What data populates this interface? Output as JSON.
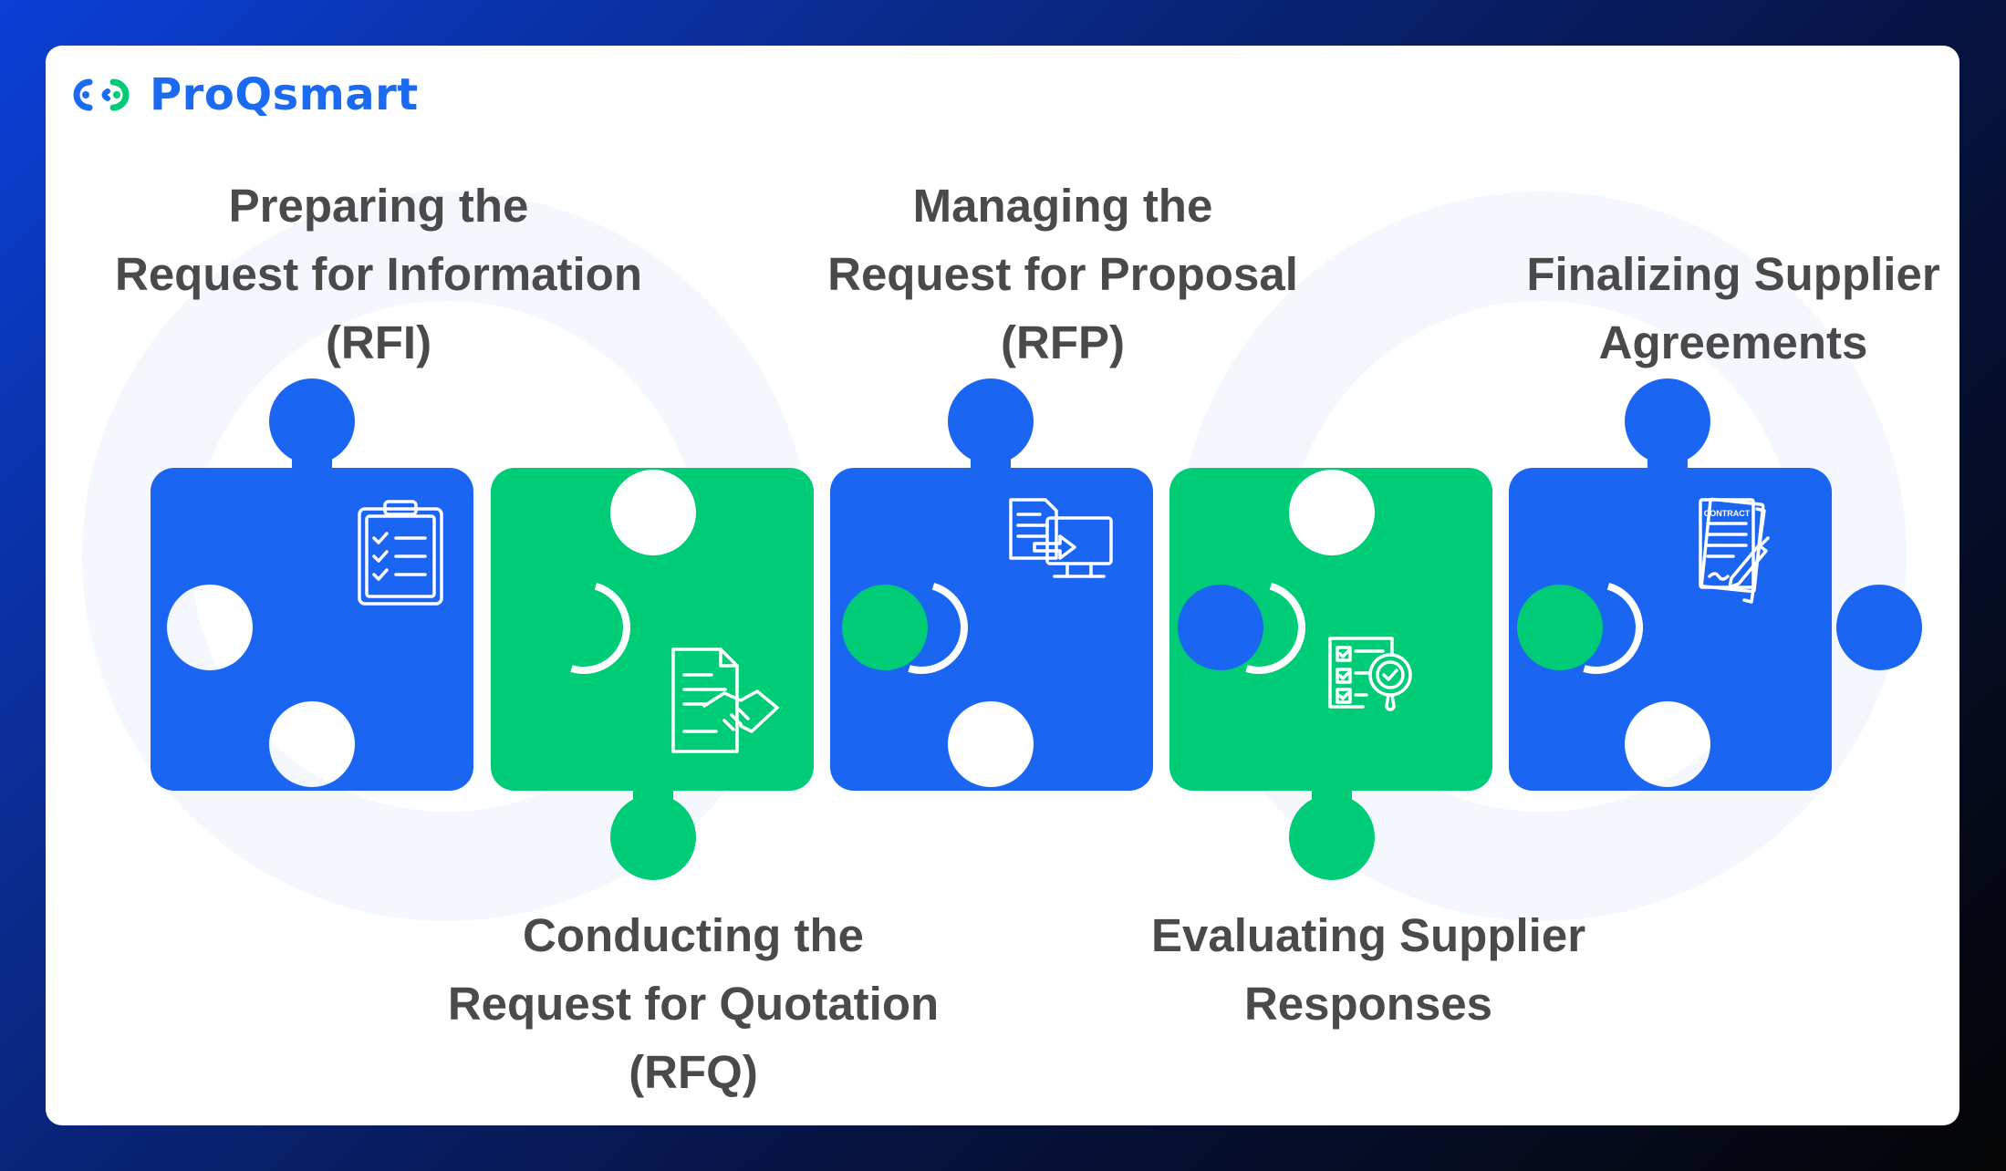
{
  "brand": {
    "name": "ProQsmart",
    "color": "#1a6bf2"
  },
  "colors": {
    "blue": "#1a66f2",
    "green": "#00cc77",
    "text": "#4a4a4a"
  },
  "steps": [
    {
      "lines": [
        "Preparing the",
        "Request for Information",
        "(RFI)"
      ],
      "icon": "clipboard-checklist-icon",
      "color": "blue"
    },
    {
      "lines": [
        "Conducting the",
        "Request for Quotation",
        "(RFQ)"
      ],
      "icon": "document-handshake-icon",
      "color": "green"
    },
    {
      "lines": [
        "Managing the",
        "Request for Proposal",
        "(RFP)"
      ],
      "icon": "document-to-monitor-icon",
      "color": "blue"
    },
    {
      "lines": [
        "Evaluating Supplier",
        "Responses"
      ],
      "icon": "checklist-magnifier-icon",
      "color": "green"
    },
    {
      "lines": [
        "Finalizing Supplier",
        "Agreements"
      ],
      "icon": "contract-pen-icon",
      "color": "blue"
    }
  ],
  "contract_icon_text": "CONTRACT"
}
